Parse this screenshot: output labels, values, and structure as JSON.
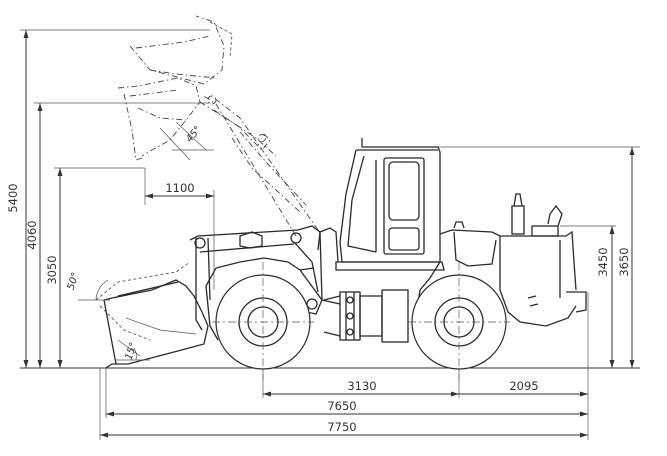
{
  "diagram": {
    "dimensions": {
      "height_max": "5400",
      "height_pin": "4060",
      "height_dump": "3050",
      "height_cab": "3450",
      "height_exhaust": "3650",
      "reach": "1100",
      "wheelbase": "3130",
      "rear_overhang": "2095",
      "length_bucket_down": "7650",
      "length_total": "7750"
    },
    "angles": {
      "rollback_top": "45°",
      "dump": "50°",
      "rollback_ground": "15°"
    }
  }
}
